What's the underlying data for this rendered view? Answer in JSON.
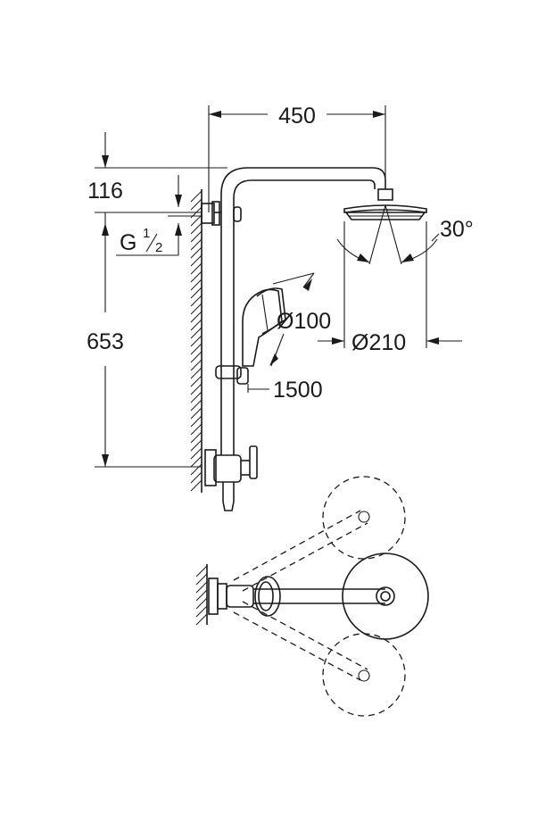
{
  "dimensions": {
    "width_total": "450",
    "height_top": "116",
    "connection_thread": "G",
    "thread_numerator": "1",
    "thread_denominator": "2",
    "height_outlet": "653",
    "head_angle": "30°",
    "hand_shower_diameter": "Ø100",
    "hose_length": "1500",
    "head_diameter": "Ø210"
  }
}
